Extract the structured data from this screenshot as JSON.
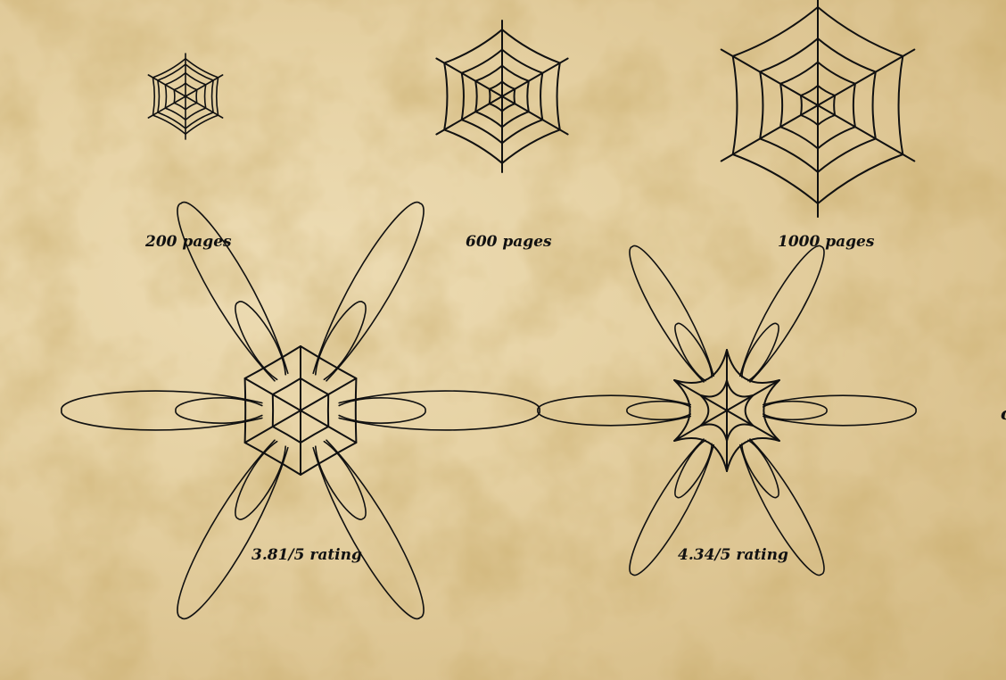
{
  "legend": {
    "pages": [
      {
        "label": "200 pages",
        "value": 200
      },
      {
        "label": "600 pages",
        "value": 600
      },
      {
        "label": "1000 pages",
        "value": 1000
      }
    ],
    "ratings": [
      {
        "label": "3.81/5 rating",
        "value": 3.81
      },
      {
        "label": "4.34/5 rating",
        "value": 4.34
      }
    ]
  },
  "edge_mark": "c",
  "colors": {
    "ink": "#111111",
    "paper": "#e6d2a4"
  },
  "icons": [
    "spiderweb-icon",
    "star-flower-icon"
  ]
}
